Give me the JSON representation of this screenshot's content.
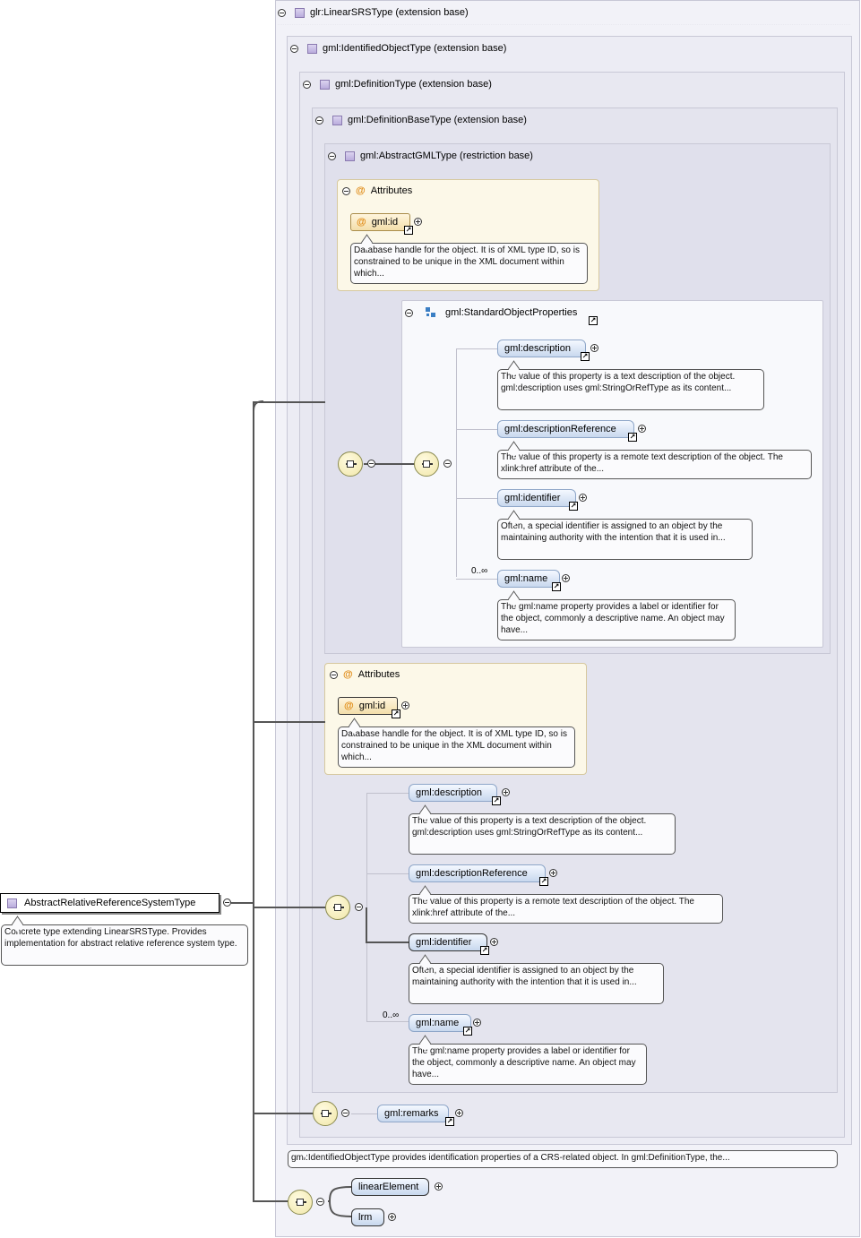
{
  "types": {
    "linear_srs": "glr:LinearSRSType (extension base)",
    "identified_object": "gml:IdentifiedObjectType (extension base)",
    "definition": "gml:DefinitionType (extension base)",
    "definition_base": "gml:DefinitionBaseType (extension base)",
    "abstract_gml": "gml:AbstractGMLType (restriction base)"
  },
  "attributes_label": "Attributes",
  "attr_icon": "@",
  "gml_id": {
    "name": "gml:id",
    "doc": "Database handle for the object. It is of XML type ID, so is constrained to be unique in the XML document within which..."
  },
  "standard_object_properties": "gml:StandardObjectProperties",
  "elements": {
    "description": {
      "name": "gml:description",
      "doc": "The value of this property is a text description of the object. gml:description uses gml:StringOrRefType as its content..."
    },
    "description_reference": {
      "name": "gml:descriptionReference",
      "doc": "The value of this property is a remote text description of the object. The xlink:href attribute of the..."
    },
    "identifier": {
      "name": "gml:identifier",
      "doc": "Often, a special identifier is assigned to an object by the maintaining authority with the intention that it is used in..."
    },
    "name": {
      "name": "gml:name",
      "doc": "The gml:name property provides a label or identifier for the object, commonly a descriptive name. An object may have...",
      "occurs": "0..∞"
    },
    "remarks": {
      "name": "gml:remarks"
    },
    "linear_element": {
      "name": "linearElement"
    },
    "lrm": {
      "name": "lrm"
    }
  },
  "identified_object_doc": "gml:IdentifiedObjectType provides identification properties of a CRS-related object. In gml:DefinitionType, the...",
  "root": {
    "name": "AbstractRelativeReferenceSystemType",
    "doc": "Concrete type extending LinearSRSType. Provides implementation for abstract relative reference system type."
  },
  "icons": {
    "type": "complex-type-icon",
    "group": "group-ref-icon",
    "sequence": "sequence-compositor-icon",
    "reference": "reference-arrow-icon"
  }
}
